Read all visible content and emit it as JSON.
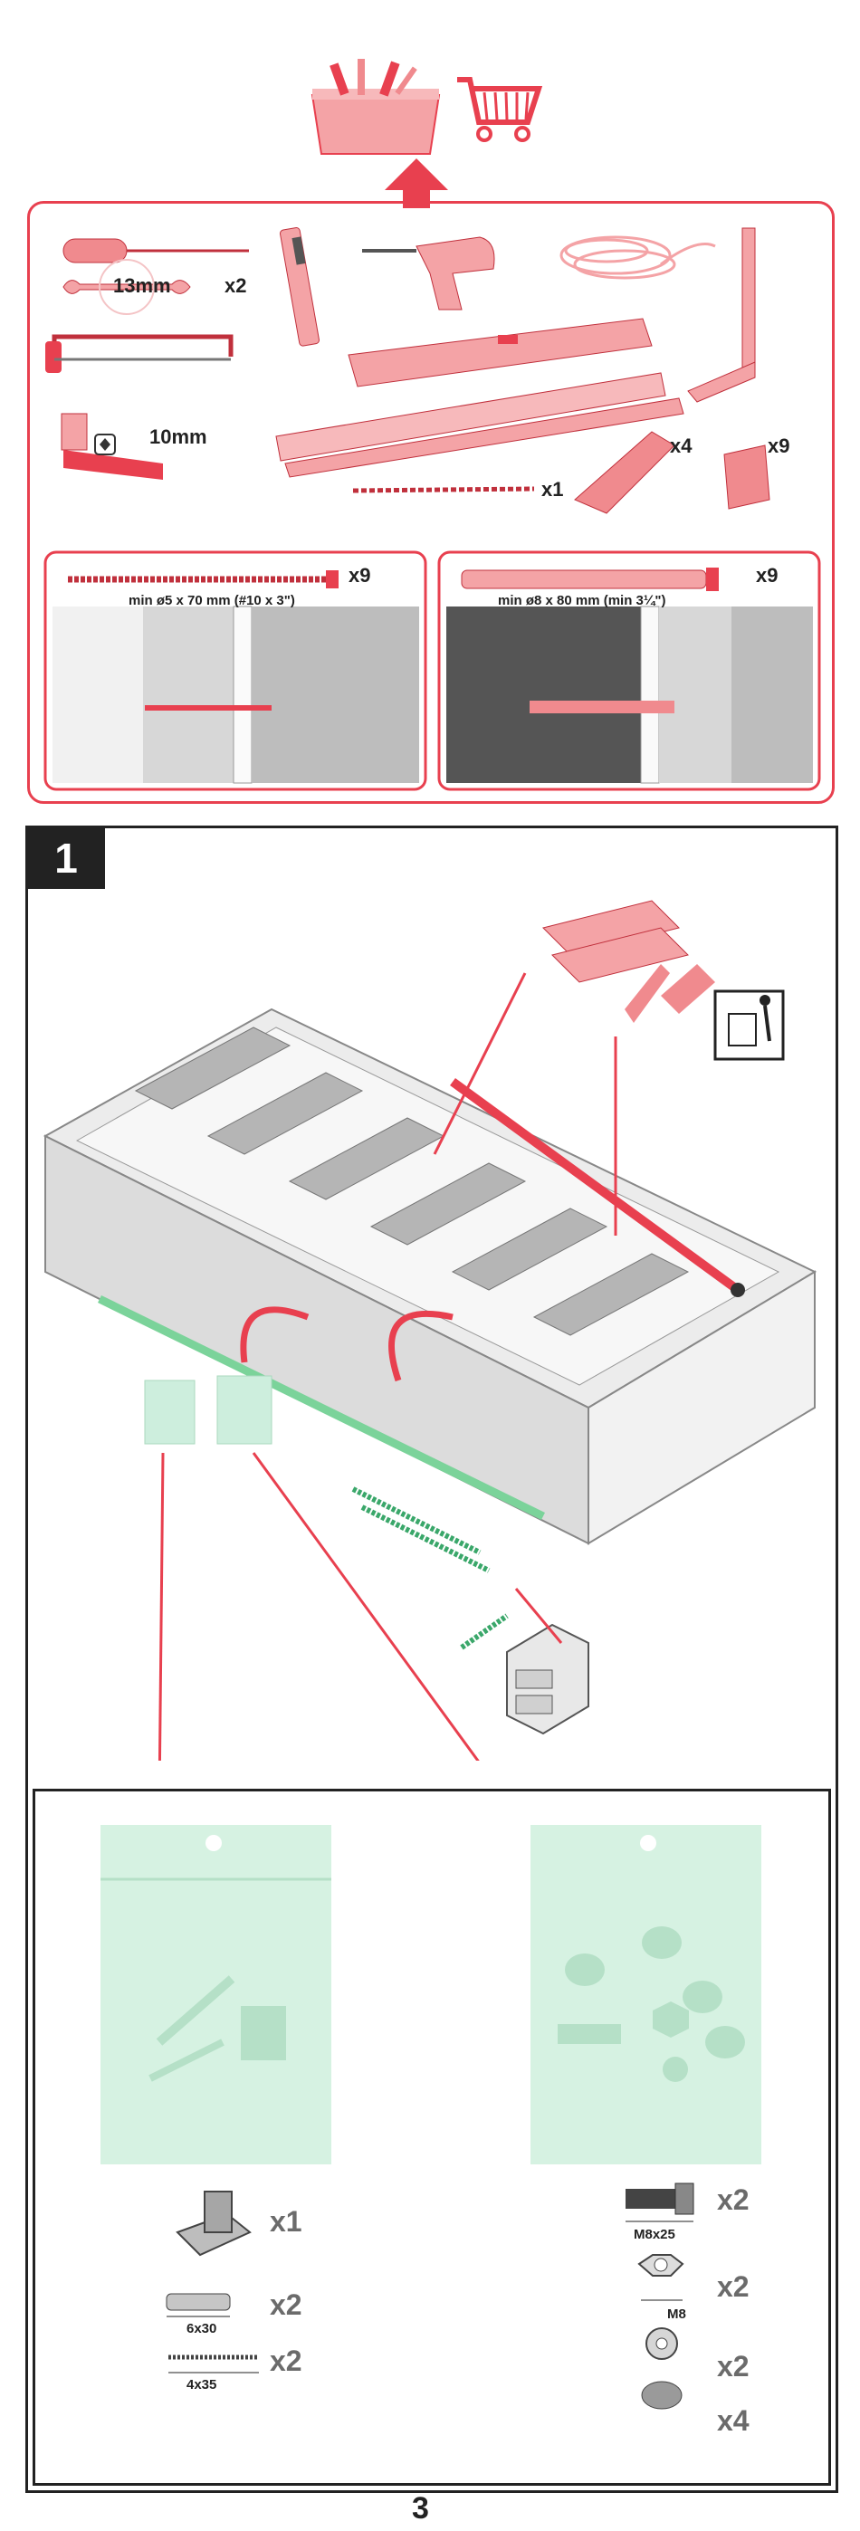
{
  "tools": {
    "wrench_size": "13mm",
    "wrench_qty": "x2",
    "socket_size": "10mm",
    "drill_bit_qty": "x1",
    "wedge_qty": "x4",
    "shim_qty": "x9"
  },
  "fixings": {
    "wood": {
      "dimension": "min ø5 x 70 mm (#10 x 3\")",
      "qty": "x9"
    },
    "masonry": {
      "dimension": "min ø8 x 80 mm (min 3¼\")",
      "qty": "x9"
    }
  },
  "step": {
    "number": "1"
  },
  "parts_bag_a": [
    {
      "name": "bracket",
      "size": "",
      "qty": "x1"
    },
    {
      "name": "wall-plug",
      "size": "6x30",
      "qty": "x2"
    },
    {
      "name": "screw",
      "size": "4x35",
      "qty": "x2"
    }
  ],
  "parts_bag_b": [
    {
      "name": "bolt",
      "size": "M8x25",
      "qty": "x2"
    },
    {
      "name": "nut",
      "size": "M8",
      "qty": "x2"
    },
    {
      "name": "washer",
      "size": "",
      "qty": "x2"
    },
    {
      "name": "cap",
      "size": "",
      "qty": "x4"
    }
  ],
  "page": {
    "number": "3"
  },
  "colors": {
    "accent": "#e8404f",
    "tool_fill": "#f4a3a6",
    "bag": "#cdeedd",
    "gray": "#9a9a9a"
  }
}
